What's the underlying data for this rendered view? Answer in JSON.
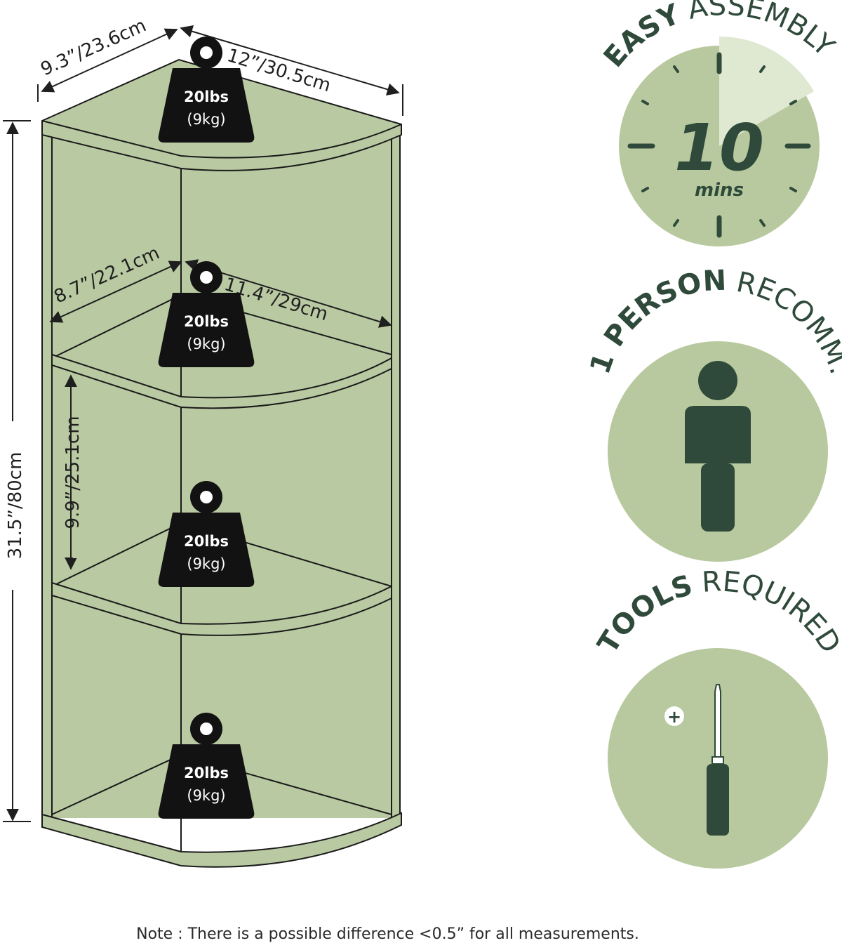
{
  "dimensions": {
    "top_depth": "9.3”/23.6cm",
    "top_width": "12”/30.5cm",
    "shelf_depth": "8.7”/22.1cm",
    "shelf_width": "11.4”/29cm",
    "shelf_gap": "9.9”/25.1cm",
    "height": "31.5”/80cm"
  },
  "weights": [
    {
      "lbs": "20lbs",
      "kg": "(9kg)"
    },
    {
      "lbs": "20lbs",
      "kg": "(9kg)"
    },
    {
      "lbs": "20lbs",
      "kg": "(9kg)"
    },
    {
      "lbs": "20lbs",
      "kg": "(9kg)"
    }
  ],
  "badges": {
    "assembly": {
      "bold": "EASY",
      "rest": "ASSEMBLY",
      "value": "10",
      "unit": "mins",
      "icon": "clock-icon"
    },
    "person": {
      "bold": "1 PERSON",
      "rest": "RECOMM.",
      "icon": "person-icon"
    },
    "tools": {
      "bold": "TOOLS",
      "rest": "REQUIRED",
      "icon": "screwdriver-icon",
      "plus": "+"
    }
  },
  "note": "Note : There is a possible difference <0.5” for all measurements.",
  "colors": {
    "shelf": "#b9c9a2",
    "badge_circle": "#b8c99f",
    "badge_highlight": "#dfe8d1",
    "badge_dark": "#2f4a3a",
    "weight": "#121212"
  }
}
